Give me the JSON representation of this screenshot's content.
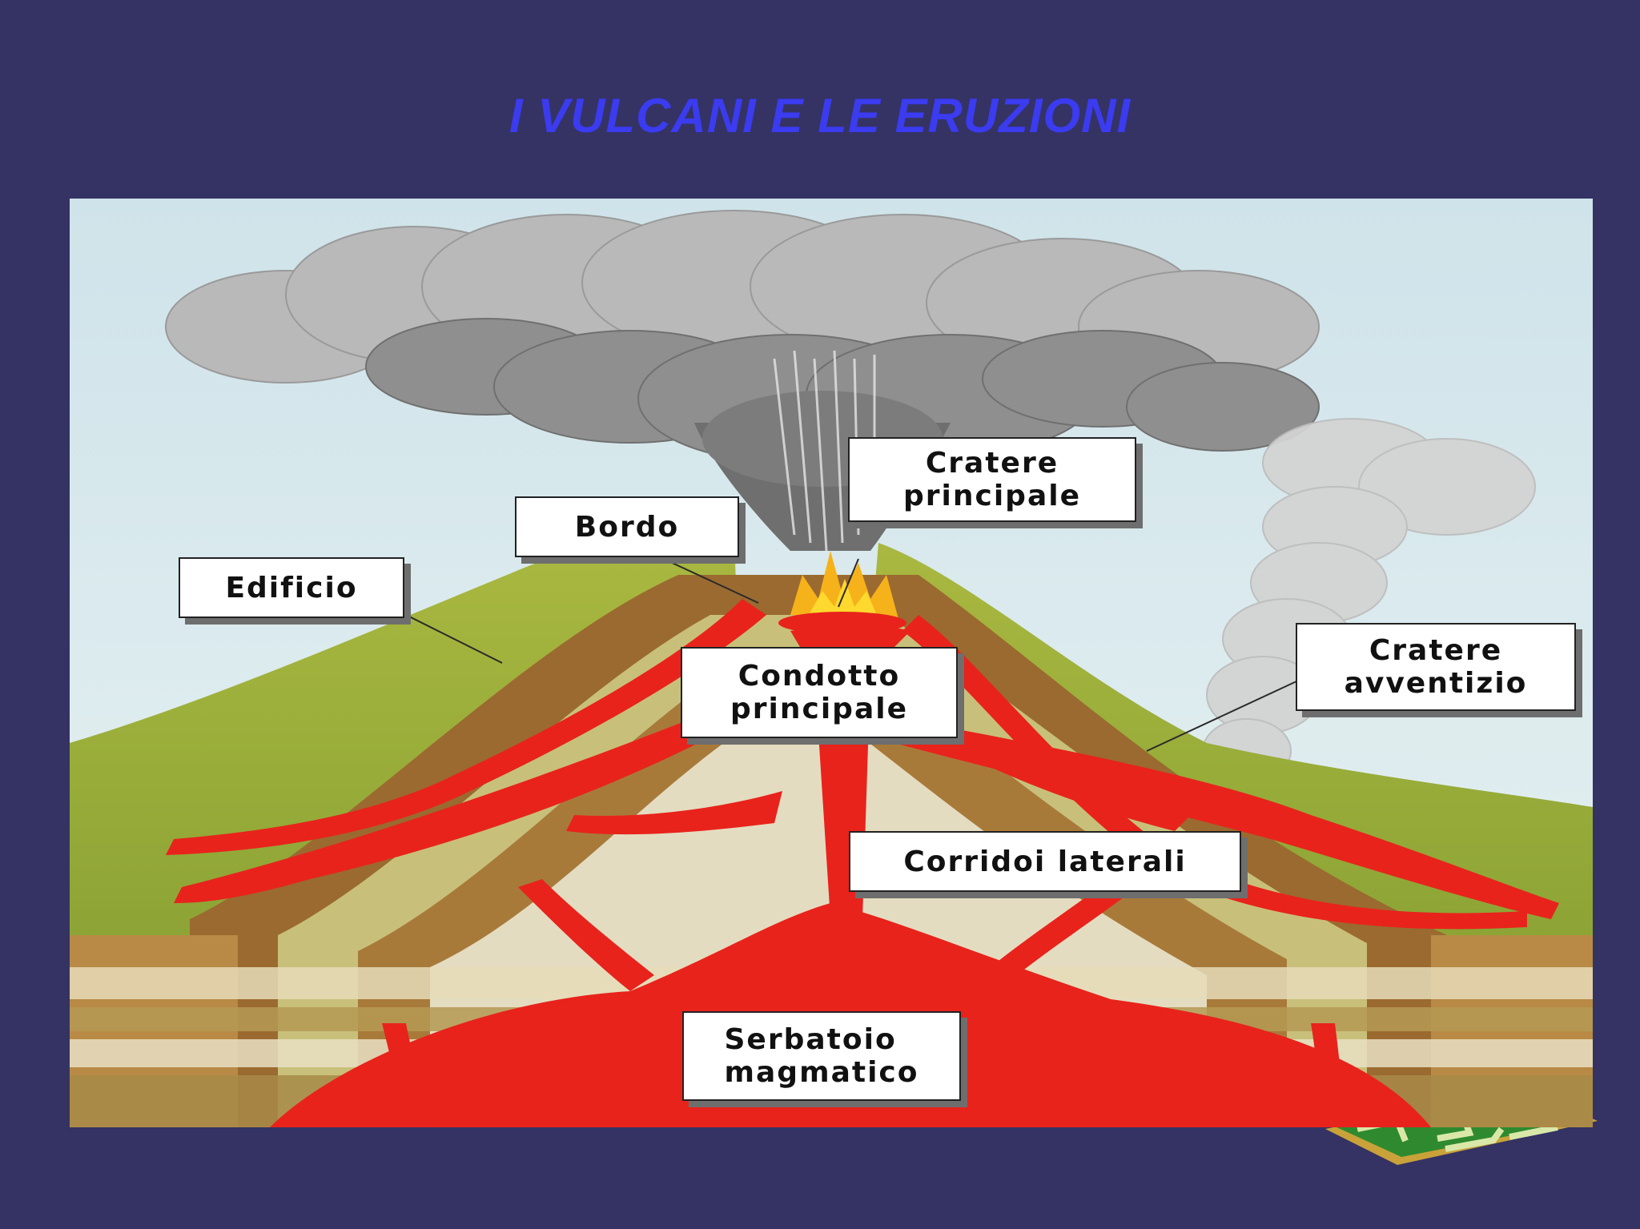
{
  "slide": {
    "title": "I VULCANI E LE ERUZIONI"
  },
  "diagram": {
    "labels": {
      "bordo": "Bordo",
      "cratere_principale_1": "Cratere",
      "cratere_principale_2": "principale",
      "edificio": "Edificio",
      "condotto_principale_1": "Condotto",
      "condotto_principale_2": "principale",
      "cratere_avventizio_1": "Cratere",
      "cratere_avventizio_2": "avventizio",
      "corridoi_laterali": "Corridoi laterali",
      "serbatoio_magmatico_1": "Serbatoio",
      "serbatoio_magmatico_2": "magmatico"
    }
  },
  "colors": {
    "background": "#343363",
    "title": "#3b3bf0",
    "magma": "#e8231c",
    "slope_green": "#9aad3a",
    "rock_brown": "#a0602e",
    "ash_grey": "#8a8a8a"
  },
  "icons": {
    "corner_decoration": "green-maze-tile-icon"
  }
}
